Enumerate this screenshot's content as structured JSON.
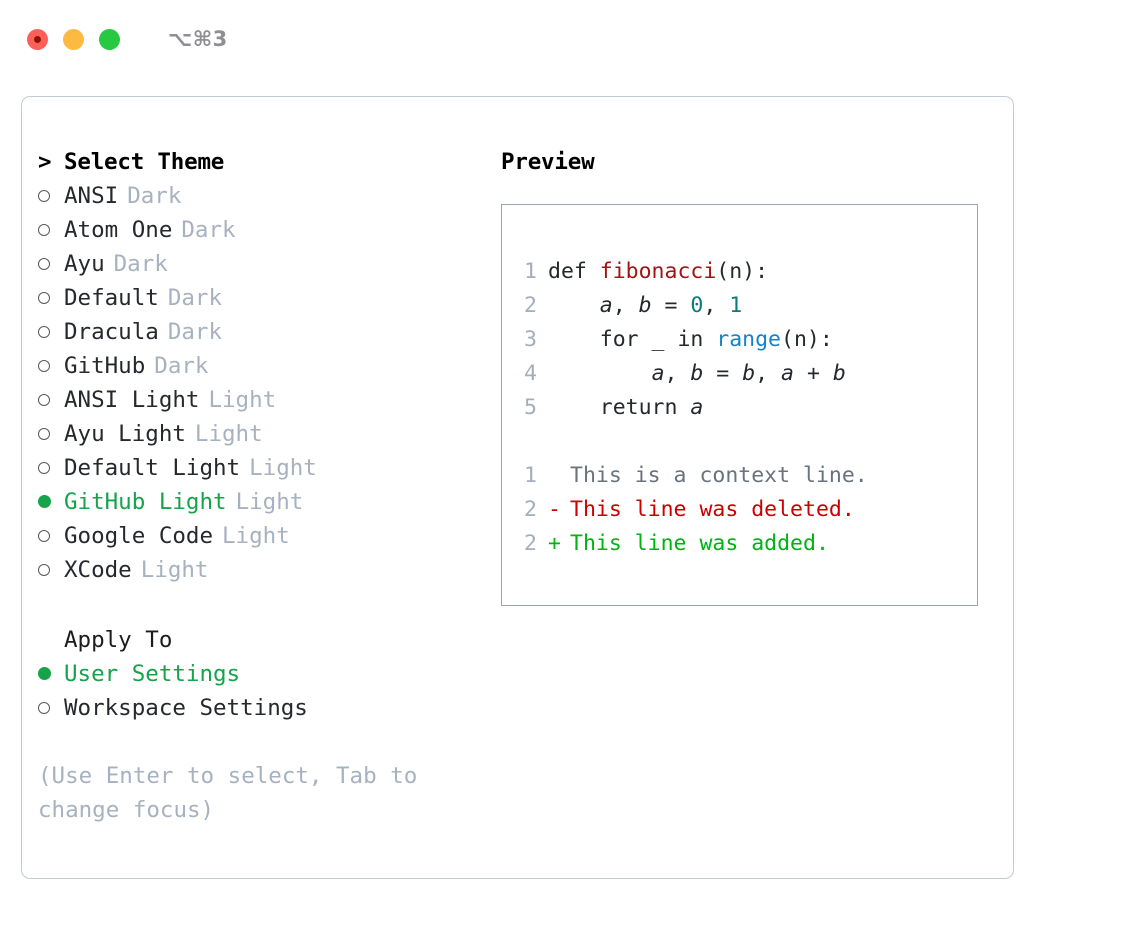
{
  "window": {
    "shortcut": "⌥⌘3",
    "traffic_lights": [
      {
        "name": "close",
        "color": "#fc6058"
      },
      {
        "name": "minimize",
        "color": "#fcbb40"
      },
      {
        "name": "zoom",
        "color": "#26c940"
      }
    ]
  },
  "theme_panel": {
    "header": "Select Theme",
    "caret": ">",
    "bullet_selected": "●",
    "bullet_empty": "○",
    "selected_color": "#16a34a",
    "badge_color": "#a7b2c0",
    "items": [
      {
        "name": "ANSI",
        "badge": "Dark",
        "selected": false
      },
      {
        "name": "Atom One",
        "badge": "Dark",
        "selected": false
      },
      {
        "name": "Ayu",
        "badge": "Dark",
        "selected": false
      },
      {
        "name": "Default",
        "badge": "Dark",
        "selected": false
      },
      {
        "name": "Dracula",
        "badge": "Dark",
        "selected": false
      },
      {
        "name": "GitHub",
        "badge": "Dark",
        "selected": false
      },
      {
        "name": "ANSI Light",
        "badge": "Light",
        "selected": false
      },
      {
        "name": "Ayu Light",
        "badge": "Light",
        "selected": false
      },
      {
        "name": "Default Light",
        "badge": "Light",
        "selected": false
      },
      {
        "name": "GitHub Light",
        "badge": "Light",
        "selected": true
      },
      {
        "name": "Google Code",
        "badge": "Light",
        "selected": false
      },
      {
        "name": "XCode",
        "badge": "Light",
        "selected": false
      }
    ]
  },
  "apply_to": {
    "header": "Apply To",
    "options": [
      {
        "label": "User Settings",
        "selected": true
      },
      {
        "label": "Workspace Settings",
        "selected": false
      }
    ]
  },
  "hint": "(Use Enter to select, Tab to change focus)",
  "preview": {
    "header": "Preview",
    "code": {
      "lines": [
        {
          "number": "1",
          "tokens": [
            {
              "text": "def ",
              "kind": "kw"
            },
            {
              "text": "fibonacci",
              "kind": "fn"
            },
            {
              "text": "(n):",
              "kind": "punct"
            }
          ]
        },
        {
          "number": "2",
          "tokens": [
            {
              "text": "    ",
              "kind": "plain"
            },
            {
              "text": "a",
              "kind": "var"
            },
            {
              "text": ", ",
              "kind": "punct"
            },
            {
              "text": "b",
              "kind": "var"
            },
            {
              "text": " = ",
              "kind": "punct"
            },
            {
              "text": "0",
              "kind": "num"
            },
            {
              "text": ", ",
              "kind": "punct"
            },
            {
              "text": "1",
              "kind": "num"
            }
          ]
        },
        {
          "number": "3",
          "tokens": [
            {
              "text": "    for _ in ",
              "kind": "kw"
            },
            {
              "text": "range",
              "kind": "builtin"
            },
            {
              "text": "(n):",
              "kind": "punct"
            }
          ]
        },
        {
          "number": "4",
          "tokens": [
            {
              "text": "        ",
              "kind": "plain"
            },
            {
              "text": "a",
              "kind": "var"
            },
            {
              "text": ", ",
              "kind": "punct"
            },
            {
              "text": "b",
              "kind": "var"
            },
            {
              "text": " = ",
              "kind": "punct"
            },
            {
              "text": "b",
              "kind": "var"
            },
            {
              "text": ", ",
              "kind": "punct"
            },
            {
              "text": "a",
              "kind": "var"
            },
            {
              "text": " + ",
              "kind": "punct"
            },
            {
              "text": "b",
              "kind": "var"
            }
          ]
        },
        {
          "number": "5",
          "tokens": [
            {
              "text": "    return ",
              "kind": "kw"
            },
            {
              "text": "a",
              "kind": "var"
            }
          ]
        }
      ]
    },
    "diff": {
      "lines": [
        {
          "number": "1",
          "mark": "",
          "text": "This is a context line.",
          "kind": "ctx"
        },
        {
          "number": "2",
          "mark": "-",
          "text": "This line was deleted.",
          "kind": "del"
        },
        {
          "number": "2",
          "mark": "+",
          "text": "This line was added.",
          "kind": "add"
        }
      ]
    }
  }
}
